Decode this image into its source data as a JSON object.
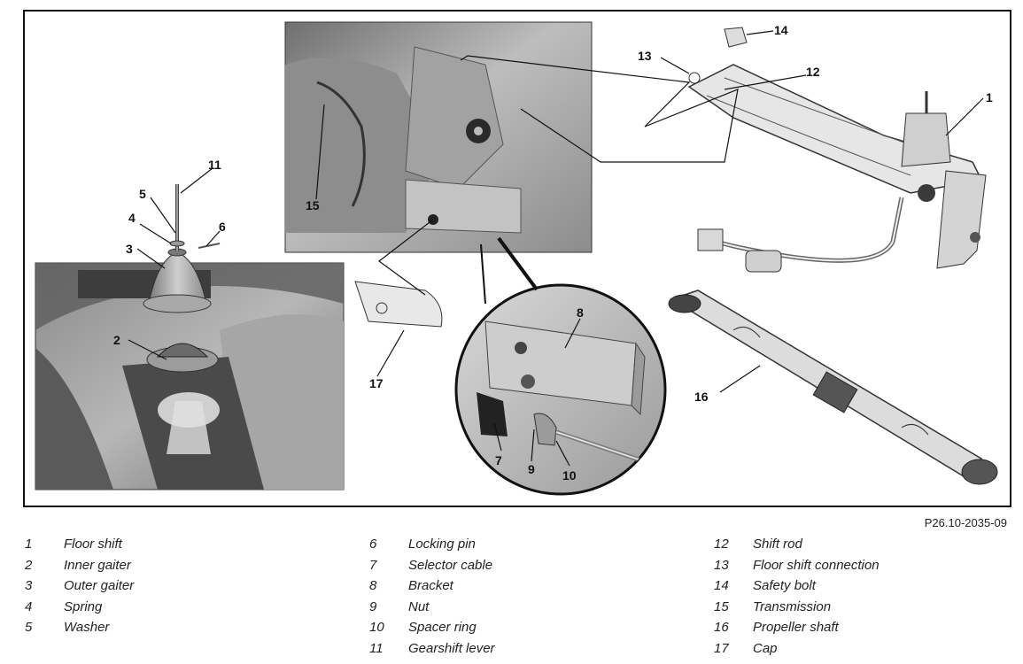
{
  "reference_code": "P26.10-2035-09",
  "callouts": {
    "c1": "1",
    "c2": "2",
    "c3": "3",
    "c4": "4",
    "c5": "5",
    "c6": "6",
    "c7": "7",
    "c8": "8",
    "c9": "9",
    "c10": "10",
    "c11": "11",
    "c12": "12",
    "c13": "13",
    "c14": "14",
    "c15": "15",
    "c16": "16",
    "c17": "17"
  },
  "legend": {
    "col1": [
      {
        "num": "1",
        "label": "Floor shift"
      },
      {
        "num": "2",
        "label": "Inner gaiter"
      },
      {
        "num": "3",
        "label": "Outer gaiter"
      },
      {
        "num": "4",
        "label": "Spring"
      },
      {
        "num": "5",
        "label": "Washer"
      }
    ],
    "col2": [
      {
        "num": "6",
        "label": "Locking pin"
      },
      {
        "num": "7",
        "label": "Selector cable"
      },
      {
        "num": "8",
        "label": "Bracket"
      },
      {
        "num": "9",
        "label": "Nut"
      },
      {
        "num": "10",
        "label": "Spacer ring"
      },
      {
        "num": "11",
        "label": "Gearshift lever"
      }
    ],
    "col3": [
      {
        "num": "12",
        "label": "Shift rod"
      },
      {
        "num": "13",
        "label": "Floor shift connection"
      },
      {
        "num": "14",
        "label": "Safety bolt"
      },
      {
        "num": "15",
        "label": "Transmission"
      },
      {
        "num": "16",
        "label": "Propeller shaft"
      },
      {
        "num": "17",
        "label": "Cap"
      }
    ]
  }
}
